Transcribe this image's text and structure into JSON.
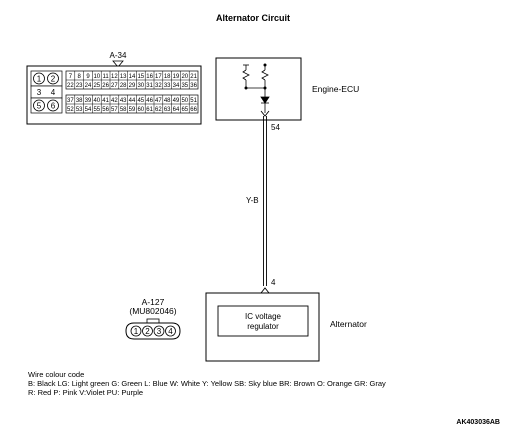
{
  "title": "Alternator Circuit",
  "connector_a34": {
    "label": "A-34",
    "large_pins_top": [
      "1",
      "2"
    ],
    "large_pins_mid": [
      "3",
      "4"
    ],
    "large_pins_bot": [
      "5",
      "6"
    ],
    "row1": [
      "7",
      "8",
      "9",
      "10",
      "11",
      "12",
      "13",
      "14",
      "15",
      "16",
      "17",
      "18",
      "19",
      "20",
      "21"
    ],
    "row2": [
      "22",
      "23",
      "24",
      "25",
      "26",
      "27",
      "28",
      "29",
      "30",
      "31",
      "32",
      "33",
      "34",
      "35",
      "36"
    ],
    "row3": [
      "37",
      "38",
      "39",
      "40",
      "41",
      "42",
      "43",
      "44",
      "45",
      "46",
      "47",
      "48",
      "49",
      "50",
      "51"
    ],
    "row4": [
      "52",
      "53",
      "54",
      "55",
      "56",
      "57",
      "58",
      "59",
      "60",
      "61",
      "62",
      "63",
      "64",
      "65",
      "66"
    ]
  },
  "ecu": {
    "label": "Engine-ECU",
    "pin": "54"
  },
  "wire": {
    "color_code": "Y-B"
  },
  "alternator": {
    "label": "Alternator",
    "pin": "4",
    "regulator_line1": "IC voltage",
    "regulator_line2": "regulator"
  },
  "connector_a127": {
    "label": "A-127",
    "part_number": "(MU802046)",
    "pins": [
      "1",
      "2",
      "3",
      "4"
    ]
  },
  "wire_colour_code": {
    "heading": "Wire colour code",
    "line1": "B: Black  LG: Light green  G: Green  L: Blue  W: White  Y: Yellow  SB: Sky blue  BR: Brown  O: Orange  GR: Gray",
    "line2": "R: Red  P: Pink  V:Violet  PU: Purple"
  },
  "figure_id": "AK403036AB"
}
